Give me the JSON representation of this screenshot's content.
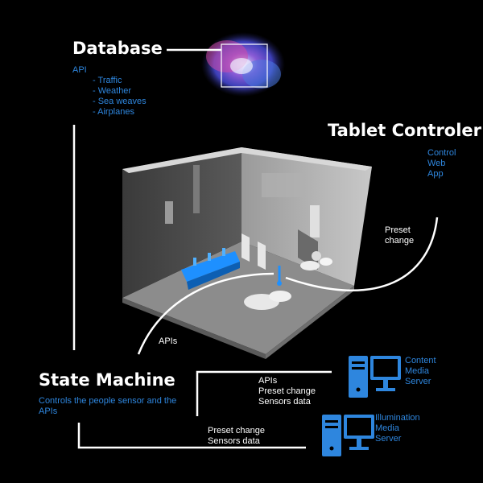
{
  "database": {
    "title": "Database",
    "api_label": "API",
    "api_items": [
      "- Traffic",
      "- Weather",
      "- Sea weaves",
      "- Airplanes"
    ]
  },
  "tablet": {
    "title": "Tablet Controler",
    "lines": [
      "Control",
      "Web",
      "App"
    ],
    "preset_label": [
      "Preset",
      "change"
    ]
  },
  "state_machine": {
    "title": "State Machine",
    "desc": "Controls the people sensor and the APIs"
  },
  "apis_label": "APIs",
  "content_server": {
    "lines": [
      "Content",
      "Media",
      "Server"
    ]
  },
  "illumination_server": {
    "lines": [
      "Illumination",
      "Media",
      "Server"
    ]
  },
  "content_flow": [
    "APIs",
    "Preset change",
    "Sensors data"
  ],
  "illumination_flow": [
    "Preset change",
    "Sensors data"
  ],
  "colors": {
    "accent_blue": "#2e86de",
    "line": "#ffffff",
    "background": "#000000"
  }
}
